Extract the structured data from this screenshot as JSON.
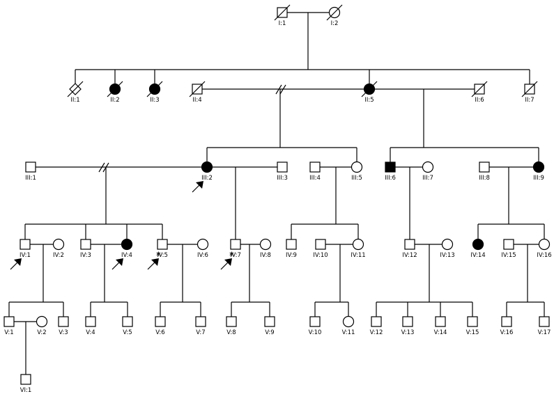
{
  "pedigree": {
    "marker_star": "*",
    "individuals": [
      {
        "id": "I:1",
        "sex": "male",
        "affected": false,
        "deceased": true,
        "proband": false,
        "star": false
      },
      {
        "id": "I:2",
        "sex": "female",
        "affected": false,
        "deceased": true,
        "proband": false,
        "star": false
      },
      {
        "id": "II:1",
        "sex": "unknown",
        "affected": false,
        "deceased": true,
        "proband": false,
        "star": false
      },
      {
        "id": "II:2",
        "sex": "female",
        "affected": true,
        "deceased": true,
        "proband": false,
        "star": false
      },
      {
        "id": "II:3",
        "sex": "female",
        "affected": true,
        "deceased": true,
        "proband": false,
        "star": false
      },
      {
        "id": "II:4",
        "sex": "male",
        "affected": false,
        "deceased": true,
        "proband": false,
        "star": false
      },
      {
        "id": "II:5",
        "sex": "female",
        "affected": true,
        "deceased": true,
        "proband": false,
        "star": false
      },
      {
        "id": "II:6",
        "sex": "male",
        "affected": false,
        "deceased": true,
        "proband": false,
        "star": false
      },
      {
        "id": "II:7",
        "sex": "male",
        "affected": false,
        "deceased": true,
        "proband": false,
        "star": false
      },
      {
        "id": "III:1",
        "sex": "male",
        "affected": false,
        "deceased": false,
        "proband": false,
        "star": false
      },
      {
        "id": "III:2",
        "sex": "female",
        "affected": true,
        "deceased": false,
        "proband": true,
        "star": false
      },
      {
        "id": "III:3",
        "sex": "male",
        "affected": false,
        "deceased": false,
        "proband": false,
        "star": false
      },
      {
        "id": "III:4",
        "sex": "male",
        "affected": false,
        "deceased": false,
        "proband": false,
        "star": false
      },
      {
        "id": "III:5",
        "sex": "female",
        "affected": false,
        "deceased": false,
        "proband": false,
        "star": false
      },
      {
        "id": "III:6",
        "sex": "male",
        "affected": true,
        "deceased": false,
        "proband": false,
        "star": false
      },
      {
        "id": "III:7",
        "sex": "female",
        "affected": false,
        "deceased": false,
        "proband": false,
        "star": false
      },
      {
        "id": "III:8",
        "sex": "male",
        "affected": false,
        "deceased": false,
        "proband": false,
        "star": false
      },
      {
        "id": "III:9",
        "sex": "female",
        "affected": true,
        "deceased": false,
        "proband": false,
        "star": false
      },
      {
        "id": "IV:1",
        "sex": "male",
        "affected": false,
        "deceased": false,
        "proband": true,
        "star": false
      },
      {
        "id": "IV:2",
        "sex": "female",
        "affected": false,
        "deceased": false,
        "proband": false,
        "star": false
      },
      {
        "id": "IV:3",
        "sex": "male",
        "affected": false,
        "deceased": false,
        "proband": false,
        "star": false
      },
      {
        "id": "IV:4",
        "sex": "female",
        "affected": true,
        "deceased": false,
        "proband": true,
        "star": false
      },
      {
        "id": "IV:5",
        "sex": "male",
        "affected": false,
        "deceased": false,
        "proband": true,
        "star": true
      },
      {
        "id": "IV:6",
        "sex": "female",
        "affected": false,
        "deceased": false,
        "proband": false,
        "star": false
      },
      {
        "id": "IV:7",
        "sex": "male",
        "affected": false,
        "deceased": false,
        "proband": true,
        "star": true
      },
      {
        "id": "IV:8",
        "sex": "female",
        "affected": false,
        "deceased": false,
        "proband": false,
        "star": false
      },
      {
        "id": "IV:9",
        "sex": "male",
        "affected": false,
        "deceased": false,
        "proband": false,
        "star": false
      },
      {
        "id": "IV:10",
        "sex": "male",
        "affected": false,
        "deceased": false,
        "proband": false,
        "star": false
      },
      {
        "id": "IV:11",
        "sex": "female",
        "affected": false,
        "deceased": false,
        "proband": false,
        "star": false
      },
      {
        "id": "IV:12",
        "sex": "male",
        "affected": false,
        "deceased": false,
        "proband": false,
        "star": false
      },
      {
        "id": "IV:13",
        "sex": "female",
        "affected": false,
        "deceased": false,
        "proband": false,
        "star": false
      },
      {
        "id": "IV:14",
        "sex": "female",
        "affected": true,
        "deceased": false,
        "proband": false,
        "star": false
      },
      {
        "id": "IV:15",
        "sex": "male",
        "affected": false,
        "deceased": false,
        "proband": false,
        "star": false
      },
      {
        "id": "IV:16",
        "sex": "female",
        "affected": false,
        "deceased": false,
        "proband": false,
        "star": false
      },
      {
        "id": "V:1",
        "sex": "male",
        "affected": false,
        "deceased": false,
        "proband": false,
        "star": false
      },
      {
        "id": "V:2",
        "sex": "female",
        "affected": false,
        "deceased": false,
        "proband": false,
        "star": false
      },
      {
        "id": "V:3",
        "sex": "male",
        "affected": false,
        "deceased": false,
        "proband": false,
        "star": false
      },
      {
        "id": "V:4",
        "sex": "male",
        "affected": false,
        "deceased": false,
        "proband": false,
        "star": false
      },
      {
        "id": "V:5",
        "sex": "male",
        "affected": false,
        "deceased": false,
        "proband": false,
        "star": false
      },
      {
        "id": "V:6",
        "sex": "male",
        "affected": false,
        "deceased": false,
        "proband": false,
        "star": false
      },
      {
        "id": "V:7",
        "sex": "male",
        "affected": false,
        "deceased": false,
        "proband": false,
        "star": false
      },
      {
        "id": "V:8",
        "sex": "male",
        "affected": false,
        "deceased": false,
        "proband": false,
        "star": false
      },
      {
        "id": "V:9",
        "sex": "male",
        "affected": false,
        "deceased": false,
        "proband": false,
        "star": false
      },
      {
        "id": "V:10",
        "sex": "male",
        "affected": false,
        "deceased": false,
        "proband": false,
        "star": false
      },
      {
        "id": "V:11",
        "sex": "female",
        "affected": false,
        "deceased": false,
        "proband": false,
        "star": false
      },
      {
        "id": "V:12",
        "sex": "male",
        "affected": false,
        "deceased": false,
        "proband": false,
        "star": false
      },
      {
        "id": "V:13",
        "sex": "male",
        "affected": false,
        "deceased": false,
        "proband": false,
        "star": false
      },
      {
        "id": "V:14",
        "sex": "male",
        "affected": false,
        "deceased": false,
        "proband": false,
        "star": false
      },
      {
        "id": "V:15",
        "sex": "male",
        "affected": false,
        "deceased": false,
        "proband": false,
        "star": false
      },
      {
        "id": "V:16",
        "sex": "male",
        "affected": false,
        "deceased": false,
        "proband": false,
        "star": false
      },
      {
        "id": "V:17",
        "sex": "male",
        "affected": false,
        "deceased": false,
        "proband": false,
        "star": false
      },
      {
        "id": "VI:1",
        "sex": "male",
        "affected": false,
        "deceased": false,
        "proband": false,
        "star": false
      }
    ]
  }
}
